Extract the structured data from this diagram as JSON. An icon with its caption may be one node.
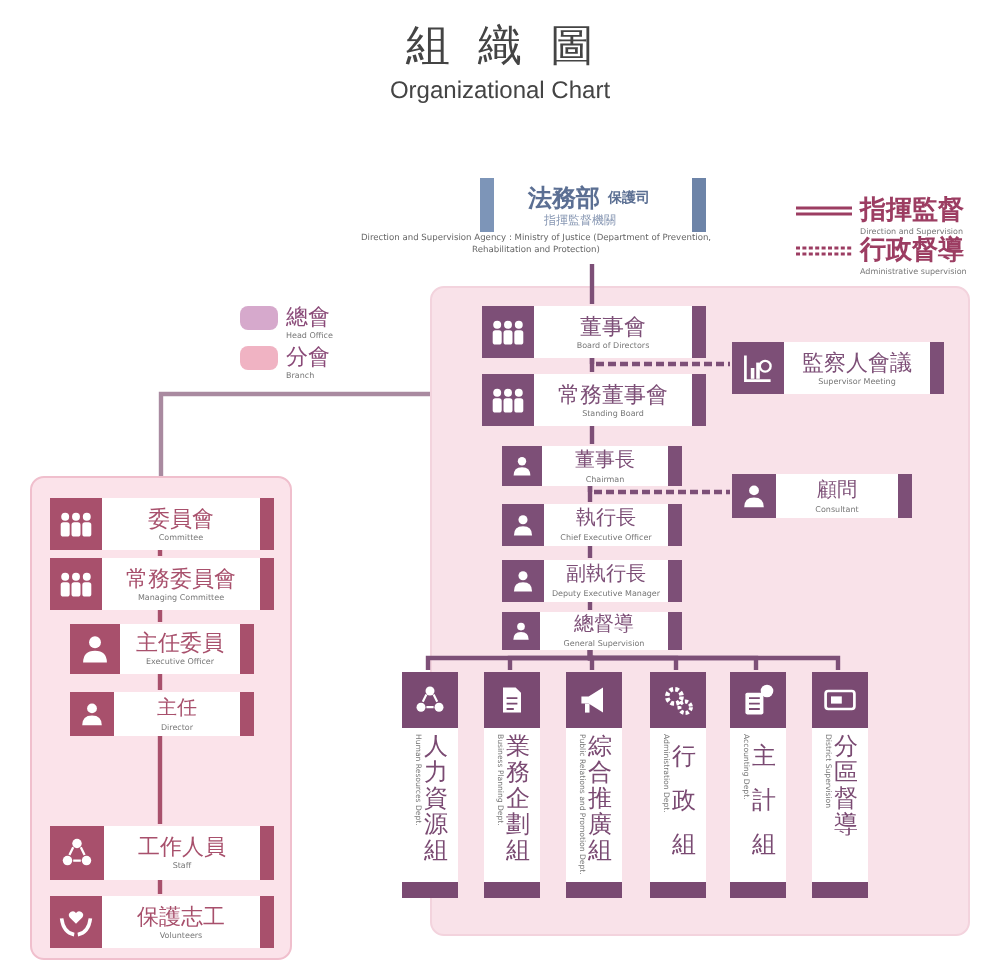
{
  "diagram": {
    "title": "組織圖",
    "nodes": [
      {
        "text": [
          "法務部",
          "保護司",
          "指揮監督機關"
        ],
        "beside": [
          "Direction and Supervision Agency : Ministry of Justice (Department of Prevention, Rehabilitation and Protection)"
        ]
      },
      {
        "text": [],
        "shape": "box"
      },
      {
        "text": [
          "董事會",
          "Board of Directors"
        ],
        "in": 1
      },
      {
        "text": [
          "監察人會議",
          "Supervisor Meeting"
        ],
        "in": 1
      },
      {
        "text": [
          "常務董事會",
          "Standing Board"
        ],
        "in": 1
      },
      {
        "text": [
          "董事長",
          "Chairman"
        ],
        "in": 1
      },
      {
        "text": [
          "顧問",
          "Consultant"
        ],
        "in": 1
      },
      {
        "text": [
          "執行長",
          "Chief Executive Officer"
        ],
        "in": 1
      },
      {
        "text": [
          "副執行長",
          "Deputy Executive Manager"
        ],
        "in": 1
      },
      {
        "text": [
          "總督導",
          "General Supervision"
        ],
        "in": 1
      },
      {
        "text": [
          "人力資源組",
          "Human Resources Dept."
        ],
        "in": 1
      },
      {
        "text": [
          "業務企劃組",
          "Business Planning Dept."
        ],
        "in": 1
      },
      {
        "text": [
          "綜合推廣組",
          "Public Relations and Promotion Dept."
        ],
        "in": 1
      },
      {
        "text": [
          "行政組",
          "Administration Dept."
        ],
        "in": 1
      },
      {
        "text": [
          "主計組",
          "Accounting Dept."
        ],
        "in": 1
      },
      {
        "text": [
          "分區督導",
          "District Supervision"
        ],
        "in": 1
      },
      {
        "text": [],
        "shape": "box"
      },
      {
        "text": [
          "委員會",
          "Committee"
        ],
        "in": 16
      },
      {
        "text": [
          "常務委員會",
          "Managing Committee"
        ],
        "in": 16
      },
      {
        "text": [
          "主任委員",
          "Executive Officer"
        ],
        "in": 16
      },
      {
        "text": [
          "主任",
          "Director"
        ],
        "in": 16
      },
      {
        "text": [
          "工作人員",
          "Staff"
        ],
        "in": 16
      },
      {
        "text": [
          "保護志工",
          "Volunteers"
        ],
        "in": 16
      }
    ],
    "edges": [
      {
        "from": 0,
        "to": 2,
        "arrow": "none"
      },
      {
        "from": 2,
        "to": 4,
        "arrow": "none"
      },
      {
        "from": 2,
        "to": 3,
        "arrow": "none",
        "style": "dashed"
      },
      {
        "from": 4,
        "to": 5,
        "arrow": "none"
      },
      {
        "from": 5,
        "to": 7,
        "arrow": "none"
      },
      {
        "from": 5,
        "to": 6,
        "arrow": "none",
        "style": "dashed"
      },
      {
        "from": 7,
        "to": 8,
        "arrow": "none"
      },
      {
        "from": 8,
        "to": 9,
        "arrow": "none"
      },
      {
        "from": 9,
        "to": 10,
        "arrow": "none"
      },
      {
        "from": 9,
        "to": 11,
        "arrow": "none"
      },
      {
        "from": 9,
        "to": 12,
        "arrow": "none"
      },
      {
        "from": 9,
        "to": 13,
        "arrow": "none"
      },
      {
        "from": 9,
        "to": 14,
        "arrow": "none"
      },
      {
        "from": 9,
        "to": 15,
        "arrow": "none"
      },
      {
        "from": 1,
        "to": 16,
        "arrow": "none",
        "color": "#a98aa0"
      },
      {
        "from": 17,
        "to": 18,
        "arrow": "none",
        "color": "#a8506c"
      },
      {
        "from": 18,
        "to": 19,
        "arrow": "none",
        "color": "#a8506c"
      },
      {
        "from": 19,
        "to": 20,
        "arrow": "none",
        "color": "#a8506c"
      },
      {
        "from": 20,
        "to": 21,
        "arrow": "none",
        "color": "#a8506c"
      },
      {
        "from": 21,
        "to": 22,
        "arrow": "none",
        "color": "#a8506c"
      }
    ],
    "labels": [
      "Organizational Chart",
      "Head Office",
      "Branch",
      "Direction and Supervision",
      "Administrative supervision"
    ],
    "legend": [
      {
        "text": "總會",
        "color": "#d6a9cc"
      },
      {
        "text": "分會",
        "color": "#f0b3c3"
      },
      {
        "text": "指揮監督"
      },
      {
        "text": "行政督導"
      }
    ]
  }
}
